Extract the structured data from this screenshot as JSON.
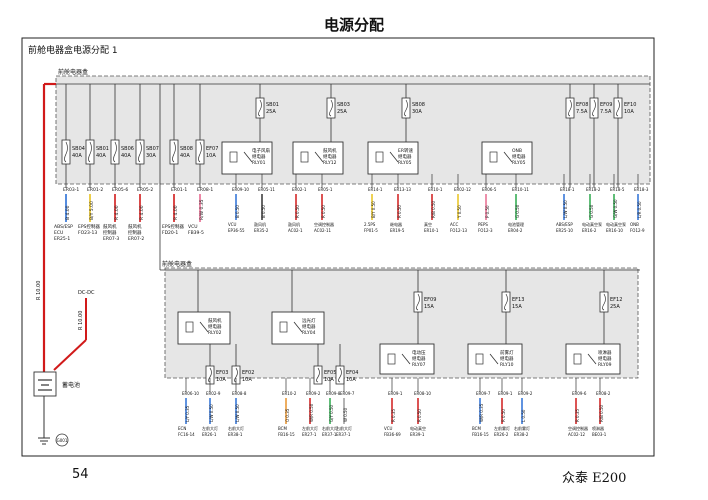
{
  "page": {
    "title": "电源分配",
    "subtitle": "前舱电器盒电源分配 1",
    "page_number": "54",
    "model": "众泰 E200"
  },
  "boxes": {
    "top": "前舱电器盒",
    "bottom": "前舱电器盒"
  },
  "colors": {
    "frame": "#222222",
    "box_fill": "#e6e6e6",
    "box_border": "#555555",
    "battery_wire": "#d11a1a",
    "wire": "#333333"
  },
  "top_fuses": [
    {
      "id": "SB04",
      "rating": "40A",
      "wire_color": "#2b6fd6",
      "wire_spec": "B 4.00",
      "conn": "ER03-1",
      "dest1": "ABS/ESP",
      "dest2": "ECU",
      "dest3": "ER25-1"
    },
    {
      "id": "SB01",
      "rating": "40A",
      "wire_color": "#e8c21e",
      "wire_spec": "B/Y 5.00",
      "conn": "ER01-2",
      "dest1": "EPS控制器",
      "dest2": "FO23-13",
      "dest3": ""
    },
    {
      "id": "SB06",
      "rating": "40A",
      "wire_color": "#d11a1a",
      "wire_spec": "R 4.00",
      "conn": "ER05-6",
      "dest1": "鼓风机",
      "dest2": "控制器",
      "dest3": "ER07-3"
    },
    {
      "id": "SB07",
      "rating": "30A",
      "wire_color": "#d11a1a",
      "wire_spec": "R 4.00",
      "conn": "ER05-2",
      "dest1": "鼓风机",
      "dest2": "控制器",
      "dest3": "ER07-2"
    },
    {
      "id": "SB08",
      "rating": "40A",
      "wire_color": "#d11a1a",
      "wire_spec": "R 4.00",
      "conn": "ER01-1",
      "dest1": "EPS控制器",
      "dest2": "FD20-1",
      "dest3": ""
    },
    {
      "id": "EF07",
      "rating": "10A",
      "wire_color": "#e76a8f",
      "wire_spec": "R/W 0.35",
      "conn": "ER08-1",
      "dest1": "VCU",
      "dest2": "FB39-5",
      "dest3": ""
    }
  ],
  "top_relays": [
    {
      "name": "电子风扇",
      "sub": "继电器",
      "id": "RLY01",
      "fuse": "SB01",
      "fuse_rating": "25A"
    },
    {
      "name": "鼓风机",
      "sub": "继电器",
      "id": "RLY12",
      "fuse": "SB03",
      "fuse_rating": "25A"
    },
    {
      "name": "ER转速",
      "sub": "继电器",
      "id": "RLY05",
      "fuse": "SB08",
      "fuse_rating": "30A"
    },
    {
      "name": "ONB",
      "sub": "继电器",
      "id": "RLY05",
      "fuse": "",
      "fuse_rating": ""
    }
  ],
  "top_right_fuses": [
    {
      "id": "EF08",
      "rating": "7.5A"
    },
    {
      "id": "EF09",
      "rating": "7.5A"
    },
    {
      "id": "EF10",
      "rating": "10A"
    }
  ],
  "top_outputs": [
    {
      "conn": "ER09-10",
      "spec": "B 0.50",
      "wire_color": "#2b6fd6",
      "dest": "VCU",
      "dest2": "EP36-55"
    },
    {
      "conn": "ER05-11",
      "spec": "B 0.50",
      "wire_color": "#333333",
      "dest": "鼓风机",
      "dest2": "ER35-2"
    },
    {
      "conn": "ER02-1",
      "spec": "R 0.50",
      "wire_color": "#d11a1a",
      "dest": "鼓风机",
      "dest2": "AC02-1"
    },
    {
      "conn": "ER05-1",
      "spec": "R 0.50",
      "wire_color": "#d11a1a",
      "dest": "空调控制器",
      "dest2": "AC02-11"
    },
    {
      "conn": "ER14-1",
      "spec": "B/Y 0.50",
      "wire_color": "#e8c21e",
      "dest": "2.5PS",
      "dest2": "FP01-5"
    },
    {
      "conn": "ER13-13",
      "spec": "R 0.50",
      "wire_color": "#d11a1a",
      "dest": "继电器",
      "dest2": "ER19-5"
    },
    {
      "conn": "ER10-1",
      "spec": "R/B 0.50",
      "wire_color": "#d11a1a",
      "dest": "真空",
      "dest2": "ER10-1"
    },
    {
      "conn": "ER02-12",
      "spec": "Y 0.50",
      "wire_color": "#e8c21e",
      "dest": "ACC",
      "dest2": "FO12-13"
    },
    {
      "conn": "ER06-5",
      "spec": "P 0.50",
      "wire_color": "#e76a8f",
      "dest": "PEPS",
      "dest2": "FO12-3"
    },
    {
      "conn": "ER10-11",
      "spec": "G 0.50",
      "wire_color": "#2aa84a",
      "dest": "电池管理",
      "dest2": "ER04-2"
    },
    {
      "conn": "ER18-1",
      "spec": "L/W 0.50",
      "wire_color": "#2b6fd6",
      "dest": "ABS/ESP",
      "dest2": "ER25-10"
    },
    {
      "conn": "ER18-2",
      "spec": "G 0.50",
      "wire_color": "#2aa84a",
      "dest": "电动真空泵",
      "dest2": "ER16-2"
    },
    {
      "conn": "ER18-5",
      "spec": "G/W 0.50",
      "wire_color": "#2aa84a",
      "dest": "电动真空泵",
      "dest2": "ER16-10"
    },
    {
      "conn": "ER18-3",
      "spec": "L/R 0.50",
      "wire_color": "#2b6fd6",
      "dest": "ONB",
      "dest2": "FO12-9"
    }
  ],
  "bottom_relays": [
    {
      "name": "鼓风机",
      "sub": "继电器",
      "id": "RLY02"
    },
    {
      "name": "远光灯",
      "sub": "继电器",
      "id": "RLY04"
    },
    {
      "name": "电动压",
      "sub": "继电器",
      "id": "RLY07",
      "fuse": "EF09",
      "fuse_rating": "15A"
    },
    {
      "name": "前雾灯",
      "sub": "继电器",
      "id": "RLY10",
      "fuse": "EF13",
      "fuse_rating": "15A"
    },
    {
      "name": "喷淋器",
      "sub": "继电器",
      "id": "RLY09",
      "fuse": "EF12",
      "fuse_rating": "25A"
    }
  ],
  "bottom_fuses": [
    {
      "id": "EF03",
      "rating": "10A"
    },
    {
      "id": "EF02",
      "rating": "10A"
    },
    {
      "id": "EF05",
      "rating": "10A"
    },
    {
      "id": "EF04",
      "rating": "10A"
    }
  ],
  "bottom_outputs": [
    {
      "conn": "ER06-10",
      "spec": "L/Y 0.35",
      "wire_color": "#2b6fd6",
      "dest": "ECN",
      "dest2": "FC16-14"
    },
    {
      "conn": "ER02-9",
      "spec": "L/W 0.50",
      "wire_color": "#2b6fd6",
      "dest": "左前大灯",
      "dest2": "ER26-1"
    },
    {
      "conn": "ER08-8",
      "spec": "L/W 0.50",
      "wire_color": "#2b6fd6",
      "dest": "右前大灯",
      "dest2": "ER38-1"
    },
    {
      "conn": "ER10-2",
      "spec": "O 0.35",
      "wire_color": "#e8922a",
      "dest": "BCM",
      "dest2": "FB16-15"
    },
    {
      "conn": "ER09-2",
      "spec": "W/R 0.50",
      "wire_color": "#d11a1a",
      "dest": "左前大灯",
      "dest2": "ER27-1"
    },
    {
      "conn": "ER09-8",
      "spec": "G/Y 0.50",
      "wire_color": "#2aa84a",
      "dest": "右前大灯",
      "dest2": "ER37-1"
    },
    {
      "conn": "ER09-7",
      "spec": "W 0.50",
      "wire_color": "#9a9a9a",
      "dest": "右前大灯",
      "dest2": "ER37-1"
    },
    {
      "conn": "ER09-1",
      "spec": "R 0.35",
      "wire_color": "#d11a1a",
      "dest": "VCU",
      "dest2": "FB36-69"
    },
    {
      "conn": "ER08-10",
      "spec": "R 0.50",
      "wire_color": "#d11a1a",
      "dest": "电动真空",
      "dest2": "ER39-1"
    },
    {
      "conn": "ER09-7",
      "spec": "W/R 0.35",
      "wire_color": "#2b6fd6",
      "dest": "BCM",
      "dest2": "FB16-15"
    },
    {
      "conn": "ER09-1",
      "spec": "R 0.50",
      "wire_color": "#d11a1a",
      "dest": "左前雾灯",
      "dest2": "ER26-2"
    },
    {
      "conn": "ER09-2",
      "spec": "L 0.50",
      "wire_color": "#2b6fd6",
      "dest": "右前雾灯",
      "dest2": "ER38-2"
    },
    {
      "conn": "ER09-6",
      "spec": "R 0.35",
      "wire_color": "#d11a1a",
      "dest": "空调控制器",
      "dest2": "AC02-12"
    },
    {
      "conn": "ER08-2",
      "spec": "R/B 0.50",
      "wire_color": "#d11a1a",
      "dest": "喷淋器",
      "dest2": "BE03-1"
    }
  ],
  "battery": {
    "label": "蓄电池",
    "wire_spec": "R 10.00",
    "dc_label": "DC-DC",
    "dc_spec": "R 10.00",
    "ground": "G001"
  }
}
